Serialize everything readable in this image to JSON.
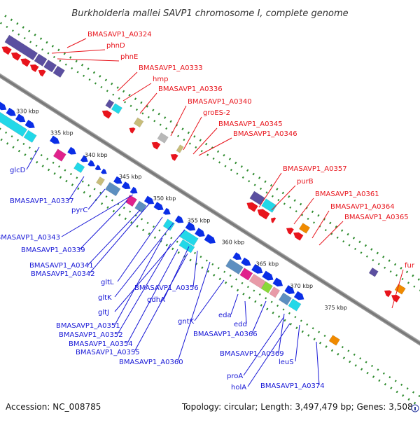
{
  "header": {
    "title": "Burkholderia mallei SAVP1 chromosome I, complete genome"
  },
  "footer": {
    "accession": "Accession: NC_008785",
    "summary": "Topology: circular; Length: 3,497,479 bp; Genes: 3,508"
  },
  "kbp_ticks": [
    "330 kbp",
    "335 kbp",
    "340 kbp",
    "345 kbp",
    "350 kbp",
    "355 kbp",
    "360 kbp",
    "365 kbp",
    "370 kbp",
    "375 kbp"
  ],
  "labels_red": [
    "BMASAVP1_A0324",
    "phnD",
    "phnE",
    "BMASAVP1_A0333",
    "hmp",
    "BMASAVP1_A0336",
    "BMASAVP1_A0340",
    "groES-2",
    "BMASAVP1_A0345",
    "BMASAVP1_A0346",
    "BMASAVP1_A0357",
    "purB",
    "BMASAVP1_A0361",
    "BMASAVP1_A0364",
    "BMASAVP1_A0365",
    "fur"
  ],
  "labels_blue": [
    "glcD",
    "BMASAVP1_A0337",
    "pyrC",
    "BMASAVP1_A0343",
    "BMASAVP1_A0339",
    "BMASAVP1_A0341",
    "BMASAVP1_A0342",
    "gltL",
    "gltK",
    "gltJ",
    "BMASAVP1_A0356",
    "gdhA",
    "BMASAVP1_A0351",
    "BMASAVP1_A0352",
    "BMASAVP1_A0354",
    "BMASAVP1_A0355",
    "BMASAVP1_A0360",
    "gntK",
    "eda",
    "edd",
    "BMASAVP1_A0366",
    "BMASAVP1_A0369",
    "leuS",
    "proA",
    "holA",
    "BMASAVP1_A0374"
  ],
  "colors": {
    "red_label": "#e8141c",
    "blue_label": "#1717d6",
    "backbone": "#8c8c8c",
    "dotted_track": "#2e8b2e",
    "cds_forward": "#0a2ee6",
    "cds_reverse": "#e8141c",
    "cog_cyan": "#22d8e8",
    "cog_purple": "#5b4fa0",
    "cog_magenta": "#e0228c",
    "cog_steel": "#5d8fc0",
    "cog_orange": "#f08a00",
    "cog_pink": "#e89aa8",
    "cog_khaki": "#c8bd7a",
    "cog_green": "#8ad838",
    "cog_grey": "#b8b8b8"
  }
}
